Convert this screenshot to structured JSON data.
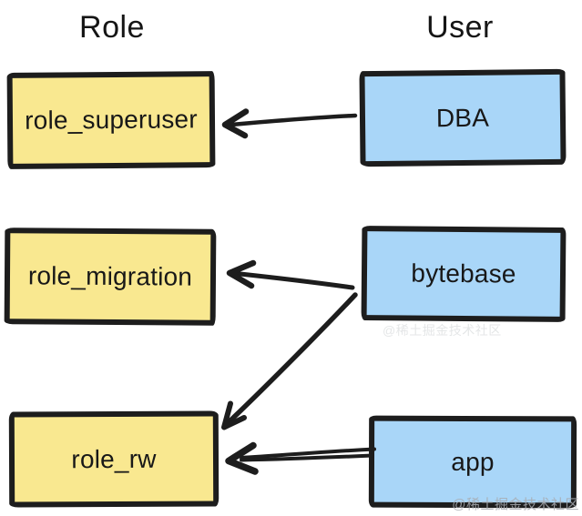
{
  "diagram": {
    "columns": [
      {
        "header": "Role"
      },
      {
        "header": "User"
      }
    ],
    "roles": [
      {
        "label": "role_superuser"
      },
      {
        "label": "role_migration"
      },
      {
        "label": "role_rw"
      }
    ],
    "users": [
      {
        "label": "DBA"
      },
      {
        "label": "bytebase"
      },
      {
        "label": "app"
      }
    ],
    "edges": [
      {
        "from": "DBA",
        "to": "role_superuser"
      },
      {
        "from": "bytebase",
        "to": "role_migration"
      },
      {
        "from": "bytebase",
        "to": "role_rw"
      },
      {
        "from": "app",
        "to": "role_rw"
      }
    ],
    "colors": {
      "role_fill": "#F9E890",
      "user_fill": "#A9D6F8",
      "stroke": "#1d1d1d",
      "background": "#FFFFFF"
    }
  },
  "watermark": "@稀土掘金技术社区"
}
